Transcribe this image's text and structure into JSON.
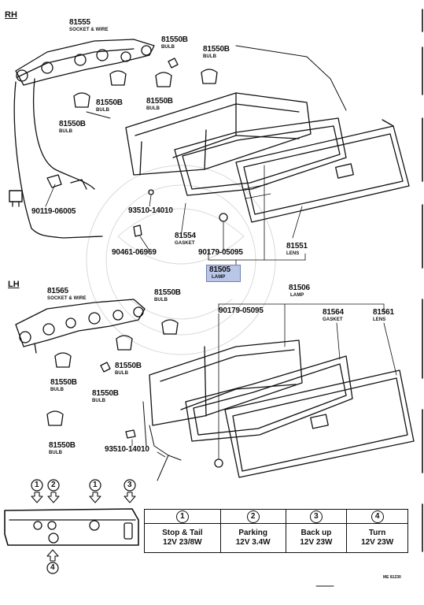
{
  "sections": {
    "rh": "RH",
    "lh": "LH"
  },
  "rh_parts": {
    "p81555": {
      "num": "81555",
      "desc": "SOCKET & WIRE"
    },
    "p81550b_1": {
      "num": "81550B",
      "desc": "BULB"
    },
    "p81550b_2": {
      "num": "81550B",
      "desc": "BULB"
    },
    "p81550b_3": {
      "num": "81550B",
      "desc": "BULB"
    },
    "p81550b_4": {
      "num": "81550B",
      "desc": "BULB"
    },
    "p81550b_5": {
      "num": "81550B",
      "desc": "BULB"
    },
    "p90119": {
      "num": "90119-06005"
    },
    "p93510": {
      "num": "93510-14010"
    },
    "p81554": {
      "num": "81554",
      "desc": "GASKET"
    },
    "p90461": {
      "num": "90461-06969"
    },
    "p90179": {
      "num": "90179-05095"
    },
    "p81551": {
      "num": "81551",
      "desc": "LENS"
    },
    "p81505": {
      "num": "81505",
      "desc": "LAMP"
    }
  },
  "lh_parts": {
    "p81565": {
      "num": "81565",
      "desc": "SOCKET & WIRE"
    },
    "p81550b_1": {
      "num": "81550B",
      "desc": "BULB"
    },
    "p81550b_2": {
      "num": "81550B",
      "desc": "BULB"
    },
    "p81550b_3": {
      "num": "81550B",
      "desc": "BULB"
    },
    "p81550b_4": {
      "num": "81550B",
      "desc": "BULB"
    },
    "p81550b_5": {
      "num": "81550B",
      "desc": "BULB"
    },
    "p90179": {
      "num": "90179-05095"
    },
    "p81506": {
      "num": "81506",
      "desc": "LAMP"
    },
    "p81564": {
      "num": "81564",
      "desc": "GASKET"
    },
    "p81561": {
      "num": "81561",
      "desc": "LENS"
    },
    "p93510": {
      "num": "93510-14010"
    }
  },
  "callouts": {
    "c1": "1",
    "c2": "2",
    "c3": "3",
    "c4": "4"
  },
  "legend": [
    {
      "mark": "1",
      "name": "Stop & Tail",
      "spec": "12V 23/8W"
    },
    {
      "mark": "2",
      "name": "Parking",
      "spec": "12V 3.4W"
    },
    {
      "mark": "3",
      "name": "Back up",
      "spec": "12V 23W"
    },
    {
      "mark": "4",
      "name": "Turn",
      "spec": "12V 23W"
    }
  ],
  "footer": {
    "code": "ME 81230"
  },
  "colors": {
    "ink": "#111111",
    "highlight": "#b9c6e8"
  }
}
